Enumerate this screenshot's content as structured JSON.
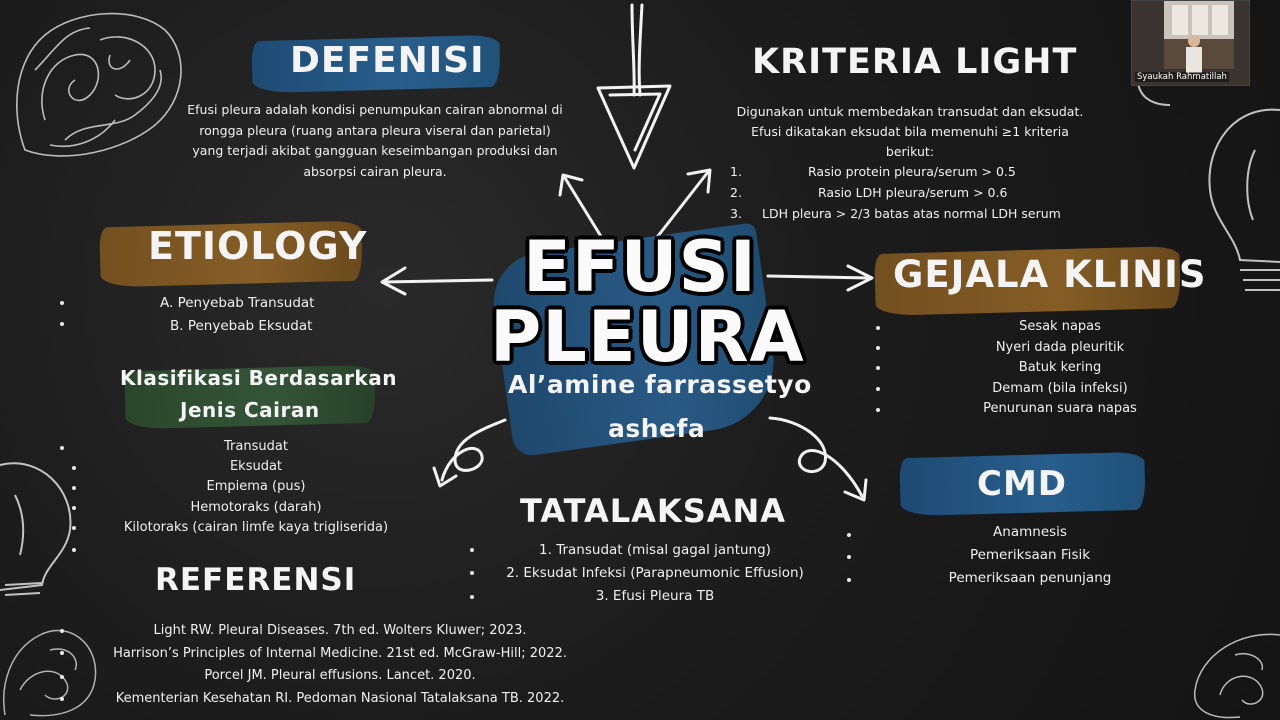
{
  "title": {
    "line1": "EFUSI",
    "line2": "PLEURA"
  },
  "author": {
    "line1": "Al’amine farrassetyo",
    "line2": "ashefa"
  },
  "defenisi": {
    "heading": "DEFENISI",
    "text_lines": [
      "Efusi pleura adalah kondisi penumpukan cairan abnormal di",
      "rongga pleura (ruang antara pleura viseral dan parietal)",
      "yang terjadi akibat gangguan keseimbangan produksi dan",
      "absorpsi cairan pleura."
    ]
  },
  "kriteria": {
    "heading": "KRITERIA LIGHT",
    "intro_lines": [
      "Digunakan untuk membedakan transudat dan eksudat.",
      "Efusi dikatakan eksudat bila memenuhi ≥1 kriteria",
      "berikut:"
    ],
    "items": [
      {
        "num": "1.",
        "text": "Rasio protein pleura/serum > 0.5"
      },
      {
        "num": "2.",
        "text": "Rasio LDH pleura/serum > 0.6"
      },
      {
        "num": "3.",
        "text": "LDH pleura > 2/3 batas atas normal LDH serum"
      }
    ]
  },
  "etiology": {
    "heading": "ETIOLOGY",
    "items": [
      "A. Penyebab Transudat",
      "B. Penyebab Eksudat"
    ]
  },
  "klasifikasi": {
    "heading_line1": "Klasifikasi Berdasarkan",
    "heading_line2": "Jenis Cairan",
    "items": [
      "Transudat",
      "Eksudat",
      "Empiema (pus)",
      "Hemotoraks (darah)",
      "Kilotoraks (cairan limfe kaya trigliserida)"
    ]
  },
  "gejala": {
    "heading": "GEJALA KLINIS",
    "items": [
      "Sesak napas",
      "Nyeri dada pleuritik",
      "Batuk kering",
      "Demam (bila infeksi)",
      "Penurunan suara napas"
    ]
  },
  "cmd": {
    "heading": "CMD",
    "items": [
      "Anamnesis",
      "Pemeriksaan Fisik",
      "Pemeriksaan penunjang"
    ]
  },
  "tatalaksana": {
    "heading": "TATALAKSANA",
    "items": [
      "1. Transudat (misal gagal jantung)",
      "2. Eksudat Infeksi (Parapneumonic Effusion)",
      "3. Efusi Pleura TB"
    ]
  },
  "referensi": {
    "heading": "REFERENSI",
    "items": [
      "Light RW. Pleural Diseases. 7th ed. Wolters Kluwer; 2023.",
      "Harrison’s Principles of Internal Medicine. 21st ed. McGraw-Hill; 2022.",
      "Porcel JM. Pleural effusions. Lancet. 2020.",
      "Kementerian Kesehatan RI. Pedoman Nasional Tatalaksana TB. 2022."
    ]
  },
  "webcam": {
    "name": "Syaukah Rahmatillah"
  },
  "colors": {
    "blue": "#2a6496",
    "brown": "#8e6326",
    "green": "#35593a",
    "board": "#1c1c1c"
  }
}
